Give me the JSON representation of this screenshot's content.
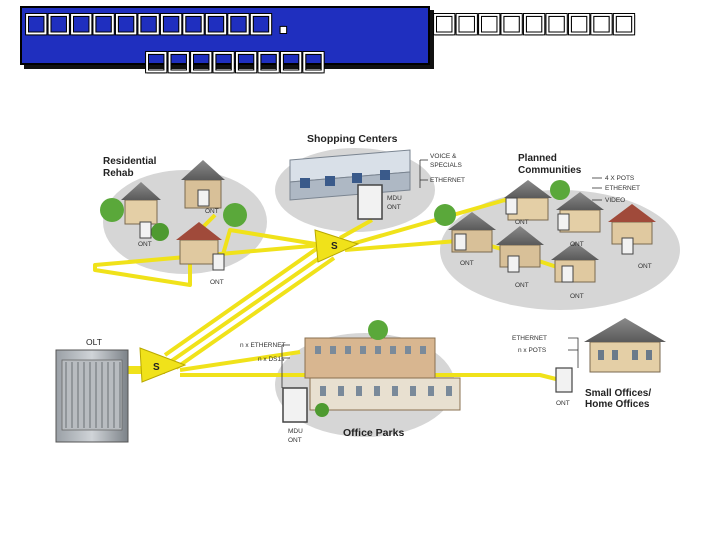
{
  "title": {
    "line1": "□□□□□□□□□□□.",
    "line1_tail": "□□□□□□□□□",
    "line2": "□□□□□□□□"
  },
  "colors": {
    "title_bg": "#1f2fbf",
    "fiber": "#f0e21a",
    "splitter": "#f0e21a",
    "ground": "#d6d6d6"
  },
  "labels": {
    "shopping_centers": "Shopping Centers",
    "residential_rehab_1": "Residential",
    "residential_rehab_2": "Rehab",
    "planned_communities_1": "Planned",
    "planned_communities_2": "Communities",
    "office_parks": "Office Parks",
    "small_offices_1": "Small Offices/",
    "small_offices_2": "Home Offices",
    "olt": "OLT",
    "splitter_s": "S",
    "ont": "ONT",
    "mdu": "MDU",
    "voice_specials_1": "VOICE &",
    "voice_specials_2": "SPECIALS",
    "ethernet_upper": "ETHERNET",
    "x_pots": "4 X POTS",
    "ethernet_lower": "ETHERNET",
    "video": "VIDEO",
    "n_ethernet": "n x ETHERNET",
    "n_ds1s": "n x DS1s",
    "ethernet_home": "ETHERNET",
    "n_pots": "n x POTS"
  }
}
